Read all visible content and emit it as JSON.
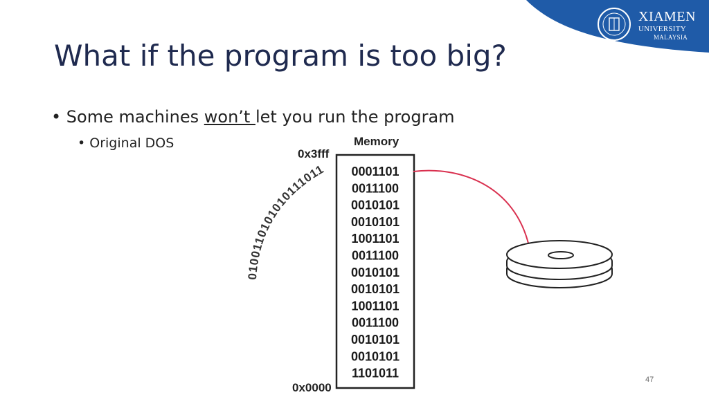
{
  "header": {
    "logo_line1": "XIAMEN",
    "logo_line2": "UNIVERSITY",
    "logo_line3": "MALAYSIA",
    "brand_color": "#1f5ba8"
  },
  "title": "What if the program is too big?",
  "bullets": {
    "level1_before": "Some machines ",
    "level1_underlined": "won’t ",
    "level1_after": "let you run the program",
    "level2": "Original DOS"
  },
  "diagram": {
    "memory_label": "Memory",
    "top_address": "0x3fff",
    "bottom_address": "0x0000",
    "memory_rows": [
      "0001101",
      "0011100",
      "0010101",
      "0010101",
      "1001101",
      "0011100",
      "0010101",
      "0010101",
      "1001101",
      "0011100",
      "0010101",
      "0010101",
      "1101011"
    ],
    "program_bits": "0100110101010111011",
    "link_color": "#d9304f",
    "disk_icon": "disk-stack-icon"
  },
  "page_number": "47"
}
